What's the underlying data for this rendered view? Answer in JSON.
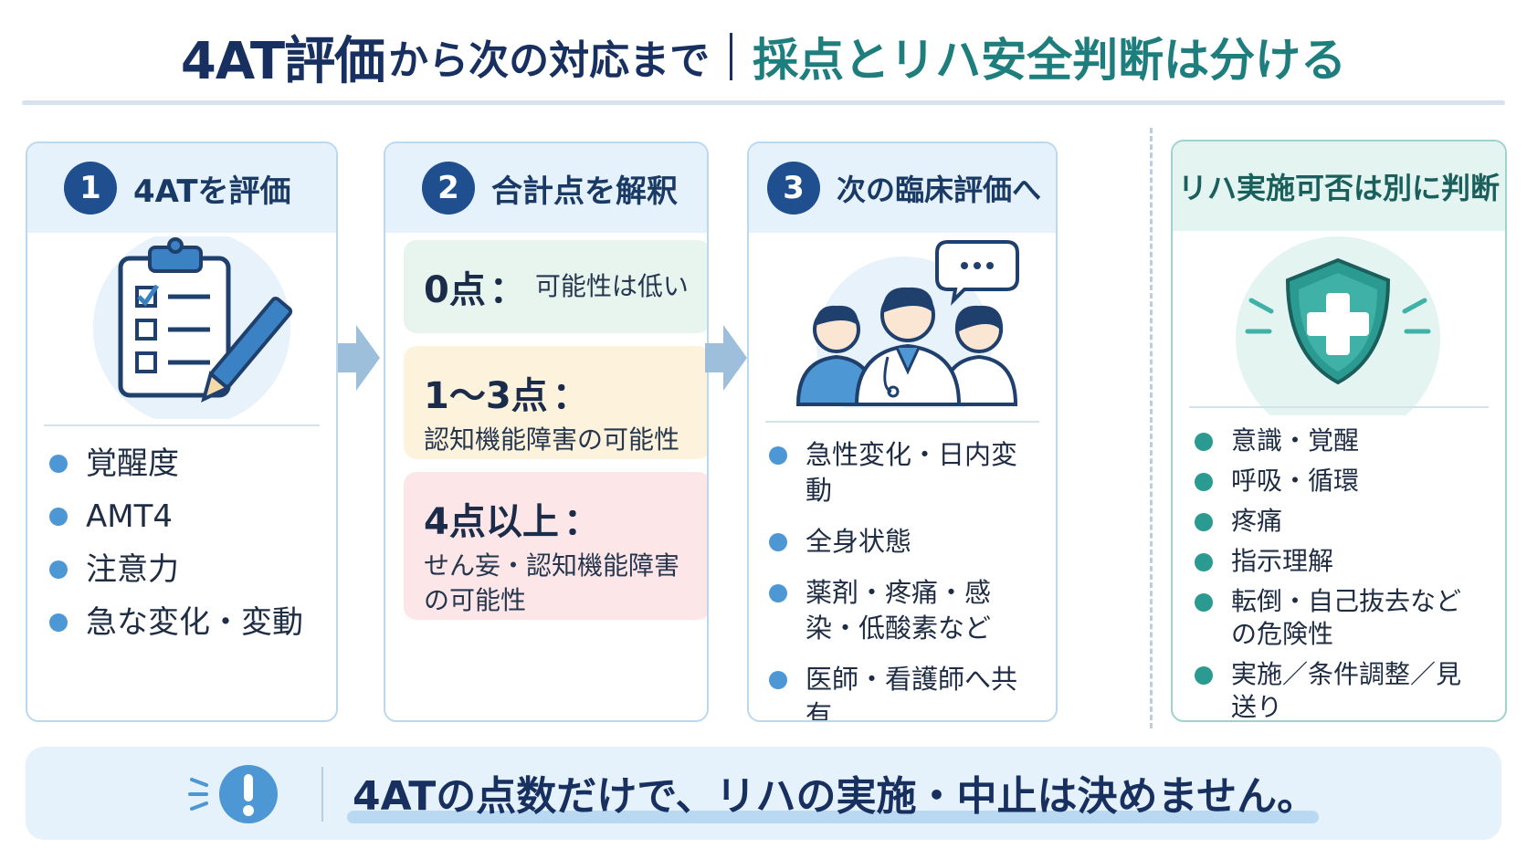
{
  "title": {
    "part1": "4AT評価",
    "part2": "から次の対応まで",
    "part3": "採点とリハ安全判断は分ける"
  },
  "steps": [
    {
      "number": "1",
      "heading": "4ATを評価",
      "icon": "clipboard-checklist-icon",
      "items": [
        "覚醒度",
        "AMT4",
        "注意力",
        "急な変化・変動"
      ]
    },
    {
      "number": "2",
      "heading": "合計点を解釈",
      "scores": [
        {
          "points": "0点",
          "colon": "：",
          "desc": "可能性は低い",
          "color": "#e8f5ee"
        },
        {
          "points": "1〜3点",
          "colon": "：",
          "desc": "認知機能障害の可能性",
          "color": "#fdf3dc"
        },
        {
          "points": "4点以上",
          "colon": "：",
          "desc": "せん妄・認知機能障害の可能性",
          "color": "#fce6e7"
        }
      ]
    },
    {
      "number": "3",
      "heading": "次の臨床評価へ",
      "icon": "medical-team-icon",
      "items": [
        "急性変化・日内変動",
        "全身状態",
        "薬剤・疼痛・感染・低酸素など",
        "医師・看護師へ共有"
      ]
    }
  ],
  "rehab": {
    "heading": "リハ実施可否は別に判断",
    "icon": "shield-cross-icon",
    "items": [
      "意識・覚醒",
      "呼吸・循環",
      "疼痛",
      "指示理解",
      "転倒・自己抜去などの危険性",
      "実施／条件調整／見送り"
    ]
  },
  "footer": {
    "icon": "exclamation-icon",
    "text": "4ATの点数だけで、リハの実施・中止は決めません。"
  },
  "colors": {
    "navy": "#17305f",
    "teal": "#1e7e7e",
    "bullet_blue": "#4d97d4",
    "bullet_teal": "#2b9a90"
  }
}
